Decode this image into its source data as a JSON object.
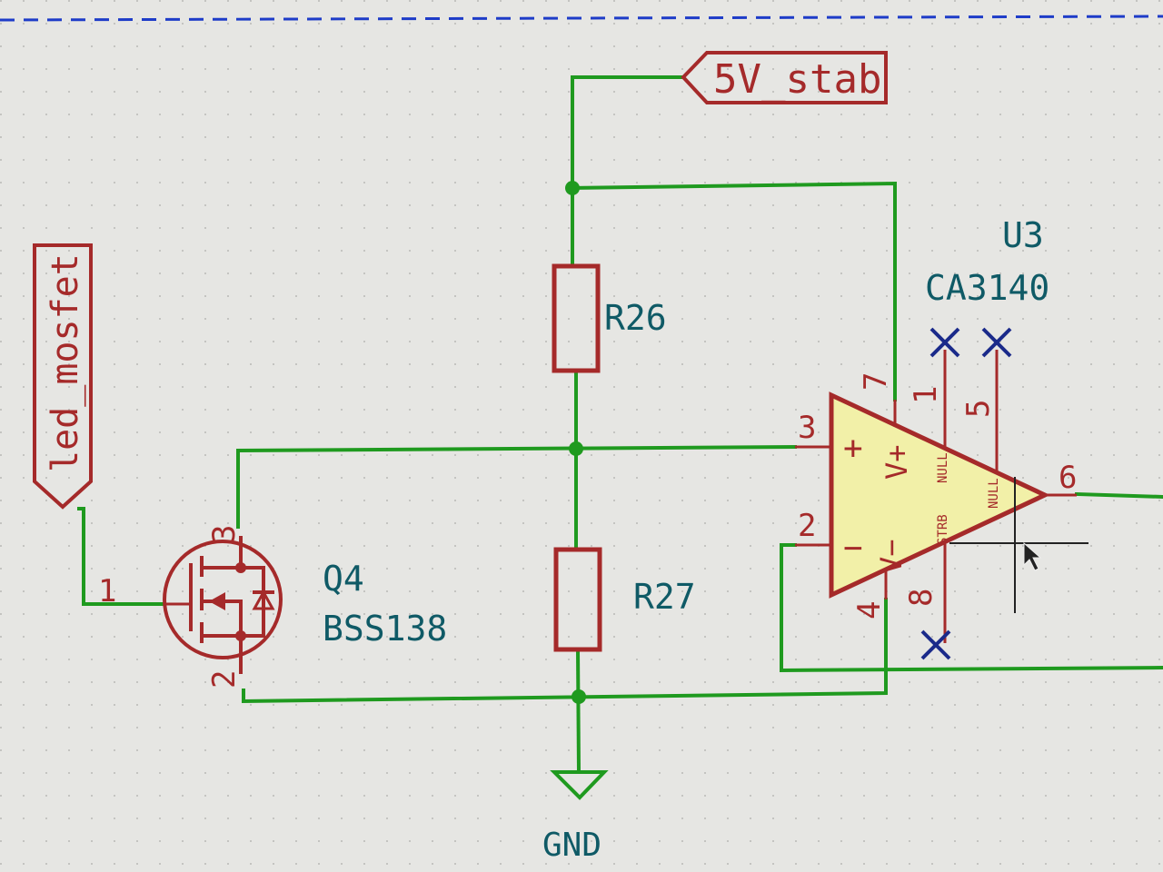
{
  "colors": {
    "background": "#e6e6e3",
    "wire": "#1f9a1f",
    "component": "#a52a2a",
    "reference_text": "#0f5a66",
    "opamp_fill": "#f2f0a8",
    "no_connect": "#1a2a8a",
    "sheet_border": "#1e3cc8"
  },
  "labels": {
    "power_5v": "5V_stab",
    "led_mosfet": "led_mosfet",
    "gnd": "GND"
  },
  "resistors": [
    {
      "ref": "R26"
    },
    {
      "ref": "R27"
    }
  ],
  "mosfet": {
    "ref": "Q4",
    "value": "BSS138",
    "pins": {
      "gate": "1",
      "source": "2",
      "drain": "3"
    }
  },
  "opamp": {
    "ref": "U3",
    "value": "CA3140",
    "pins": {
      "nonInv": "3",
      "inv": "2",
      "out": "6",
      "vplus": "7",
      "vminus": "4",
      "null1": "1",
      "null2": "5",
      "strb": "8"
    },
    "symbols": {
      "plus": "+",
      "minus": "−",
      "vplus": "V+",
      "vminus": "V−",
      "null1": "NULL",
      "null2": "NULL",
      "strb": "STRB"
    }
  }
}
